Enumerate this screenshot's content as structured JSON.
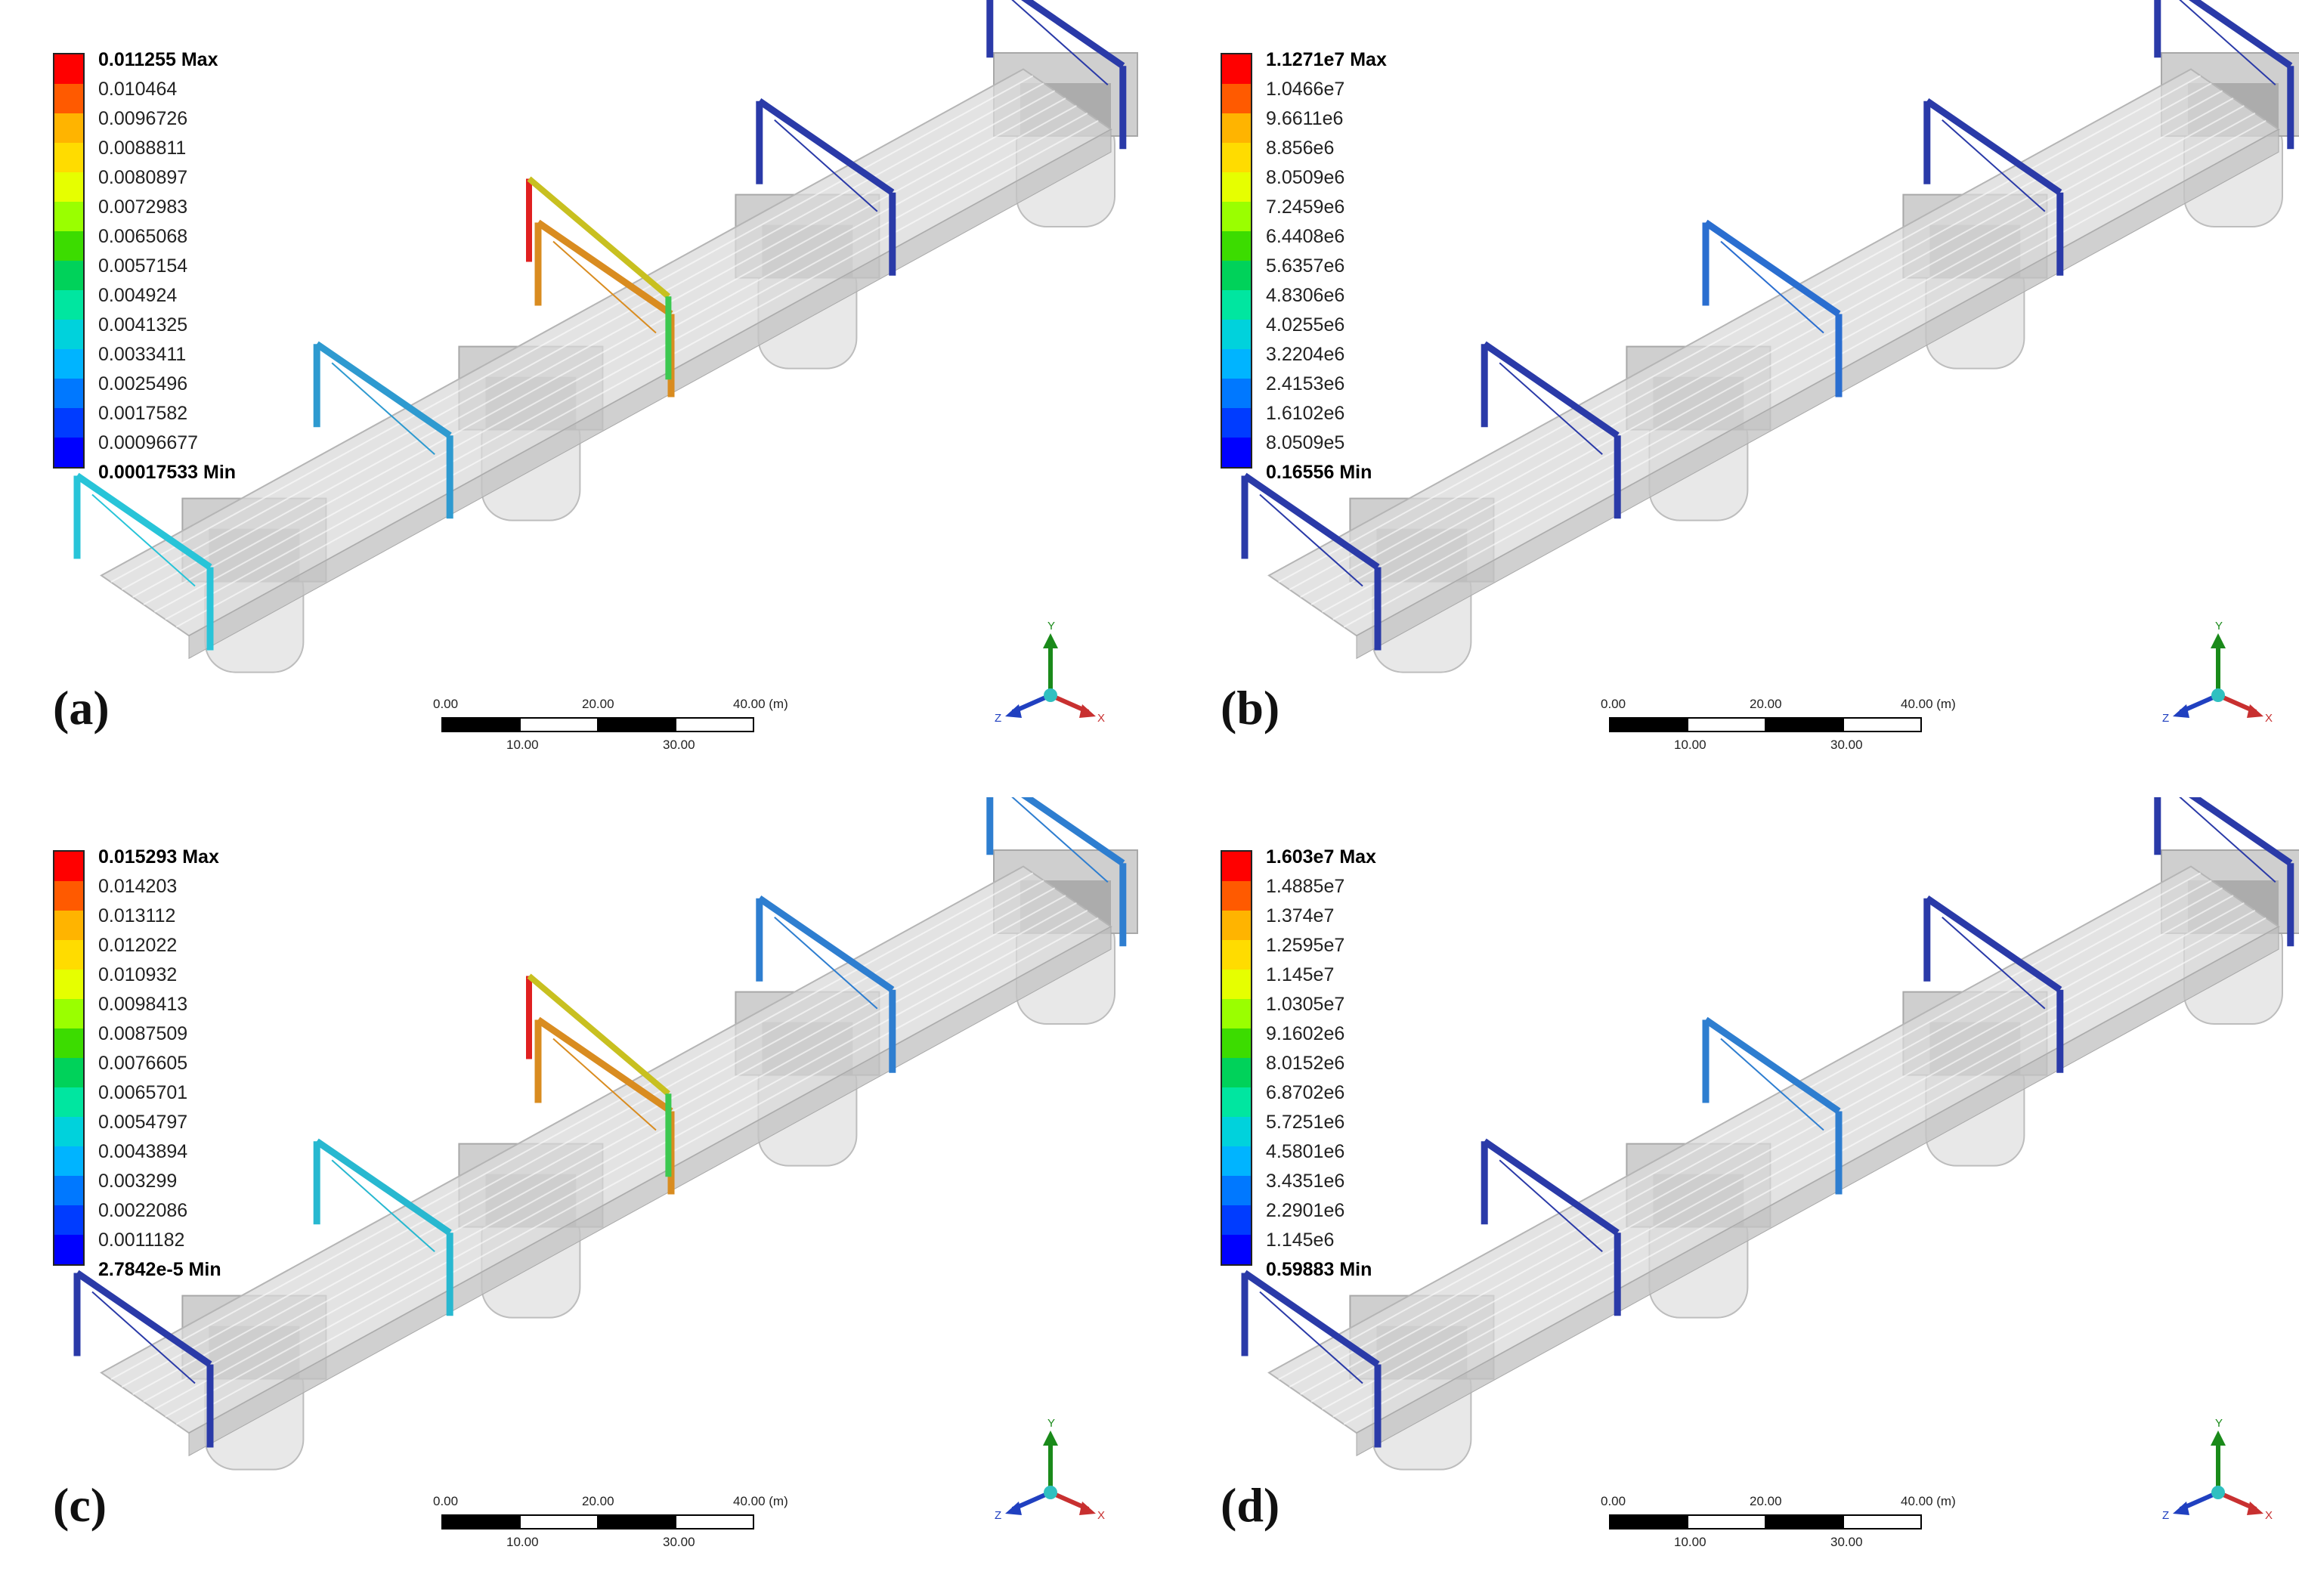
{
  "colors": [
    "#ff0000",
    "#ff5a00",
    "#ffb400",
    "#ffdc00",
    "#e6ff00",
    "#9aff00",
    "#3cdc00",
    "#00d25a",
    "#00e6a0",
    "#00d2dc",
    "#00b4ff",
    "#0078ff",
    "#003cff",
    "#0000ff"
  ],
  "panels": [
    {
      "label": "(a)",
      "max_label": "0.011255 Max",
      "min_label": "0.00017533 Min",
      "values": [
        "0.010464",
        "0.0096726",
        "0.0088811",
        "0.0080897",
        "0.0072983",
        "0.0065068",
        "0.0057154",
        "0.004924",
        "0.0041325",
        "0.0033411",
        "0.0025496",
        "0.0017582",
        "0.00096677"
      ],
      "frame_colors": [
        "#28c4d8",
        "#2e9ad0",
        "#d98c20",
        "#2a3aa8",
        "#2a3aa8"
      ],
      "highlight_frame": 2
    },
    {
      "label": "(b)",
      "max_label": "1.1271e7 Max",
      "min_label": "0.16556 Min",
      "values": [
        "1.0466e7",
        "9.6611e6",
        "8.856e6",
        "8.0509e6",
        "7.2459e6",
        "6.4408e6",
        "5.6357e6",
        "4.8306e6",
        "4.0255e6",
        "3.2204e6",
        "2.4153e6",
        "1.6102e6",
        "8.0509e5"
      ],
      "frame_colors": [
        "#2a3aa8",
        "#2a3aa8",
        "#2a6ed0",
        "#2a3aa8",
        "#2a3aa8"
      ],
      "highlight_frame": -1
    },
    {
      "label": "(c)",
      "max_label": "0.015293 Max",
      "min_label": "2.7842e-5 Min",
      "values": [
        "0.014203",
        "0.013112",
        "0.012022",
        "0.010932",
        "0.0098413",
        "0.0087509",
        "0.0076605",
        "0.0065701",
        "0.0054797",
        "0.0043894",
        "0.003299",
        "0.0022086",
        "0.0011182"
      ],
      "frame_colors": [
        "#2a3aa8",
        "#28b8d0",
        "#d98c20",
        "#2e7ed0",
        "#2e7ed0"
      ],
      "highlight_frame": 2
    },
    {
      "label": "(d)",
      "max_label": "1.603e7 Max",
      "min_label": "0.59883 Min",
      "values": [
        "1.4885e7",
        "1.374e7",
        "1.2595e7",
        "1.145e7",
        "1.0305e7",
        "9.1602e6",
        "8.0152e6",
        "6.8702e6",
        "5.7251e6",
        "4.5801e6",
        "3.4351e6",
        "2.2901e6",
        "1.145e6"
      ],
      "frame_colors": [
        "#2a3aa8",
        "#2a3aa8",
        "#2e7ed0",
        "#2a3aa8",
        "#2a3aa8"
      ],
      "highlight_frame": -1
    }
  ],
  "scale_bar": {
    "top_ticks": [
      "0.00",
      "20.00",
      "40.00 (m)"
    ],
    "bottom_ticks": [
      "10.00",
      "30.00"
    ]
  },
  "triad": {
    "x": "X",
    "y": "Y",
    "z": "Z"
  }
}
